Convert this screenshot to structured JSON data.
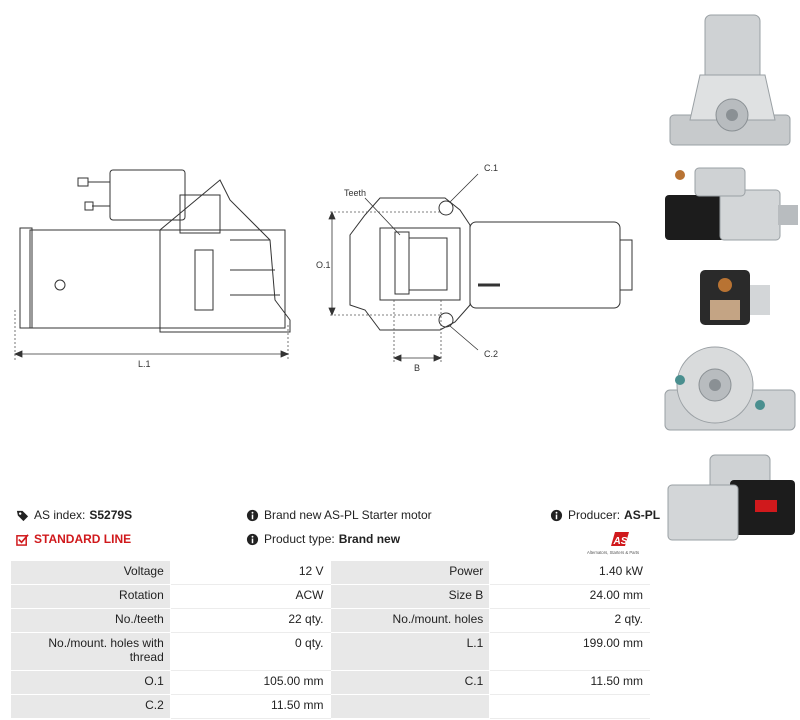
{
  "drawing": {
    "labels": {
      "l1": "L.1",
      "o1": "O.1",
      "teeth": "Teeth",
      "c1": "C.1",
      "c2": "C.2",
      "b": "B"
    }
  },
  "info": {
    "as_index_label": "AS index:",
    "as_index_value": "S5279S",
    "product_line": "STANDARD LINE",
    "description": "Brand new AS-PL Starter motor",
    "product_type_label": "Product type:",
    "product_type_value": "Brand new",
    "producer_label": "Producer:",
    "producer_value": "AS-PL",
    "logo_text": "AS",
    "logo_tagline": "Alternators, Starters & Parts"
  },
  "specs": [
    {
      "l1": "Voltage",
      "v1": "12 V",
      "l2": "Power",
      "v2": "1.40 kW"
    },
    {
      "l1": "Rotation",
      "v1": "ACW",
      "l2": "Size B",
      "v2": "24.00 mm"
    },
    {
      "l1": "No./teeth",
      "v1": "22 qty.",
      "l2": "No./mount. holes",
      "v2": "2 qty."
    },
    {
      "l1": "No./mount. holes with thread",
      "v1": "0 qty.",
      "l2": "L.1",
      "v2": "199.00 mm"
    },
    {
      "l1": "O.1",
      "v1": "105.00 mm",
      "l2": "C.1",
      "v2": "11.50 mm"
    },
    {
      "l1": "C.2",
      "v1": "11.50 mm",
      "l2": "",
      "v2": ""
    }
  ],
  "colors": {
    "accent_red": "#d0191c",
    "label_bg": "#e8e8e8",
    "line": "#333333"
  }
}
